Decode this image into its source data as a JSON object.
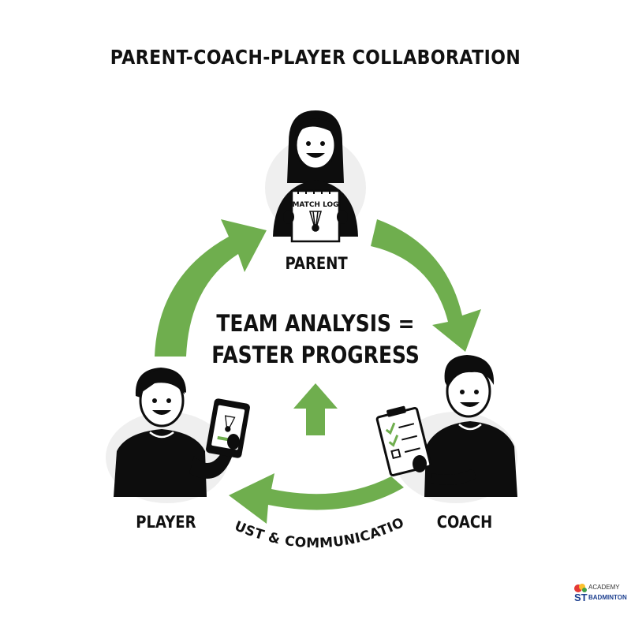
{
  "title": "PARENT-COACH-PLAYER COLLABORATION",
  "center": {
    "line1": "TEAM ANALYSIS =",
    "line2": "FASTER PROGRESS"
  },
  "roles": {
    "parent": "PARENT",
    "coach": "COACH",
    "player": "PLAYER"
  },
  "notebook_label": "MATCH LOG",
  "bottom_arc_label": "TRUST & COMMUNICATION",
  "logo": {
    "academy": "ACADEMY",
    "st": "ST",
    "badminton": "BADMINTON"
  },
  "colors": {
    "arrow_green": "#6fae4e",
    "figure_black": "#0d0d0d",
    "halo_gray": "#eeeeee"
  },
  "icons": [
    "shuttlecock-icon",
    "checkmark-icon",
    "phone-icon",
    "clipboard-icon"
  ]
}
